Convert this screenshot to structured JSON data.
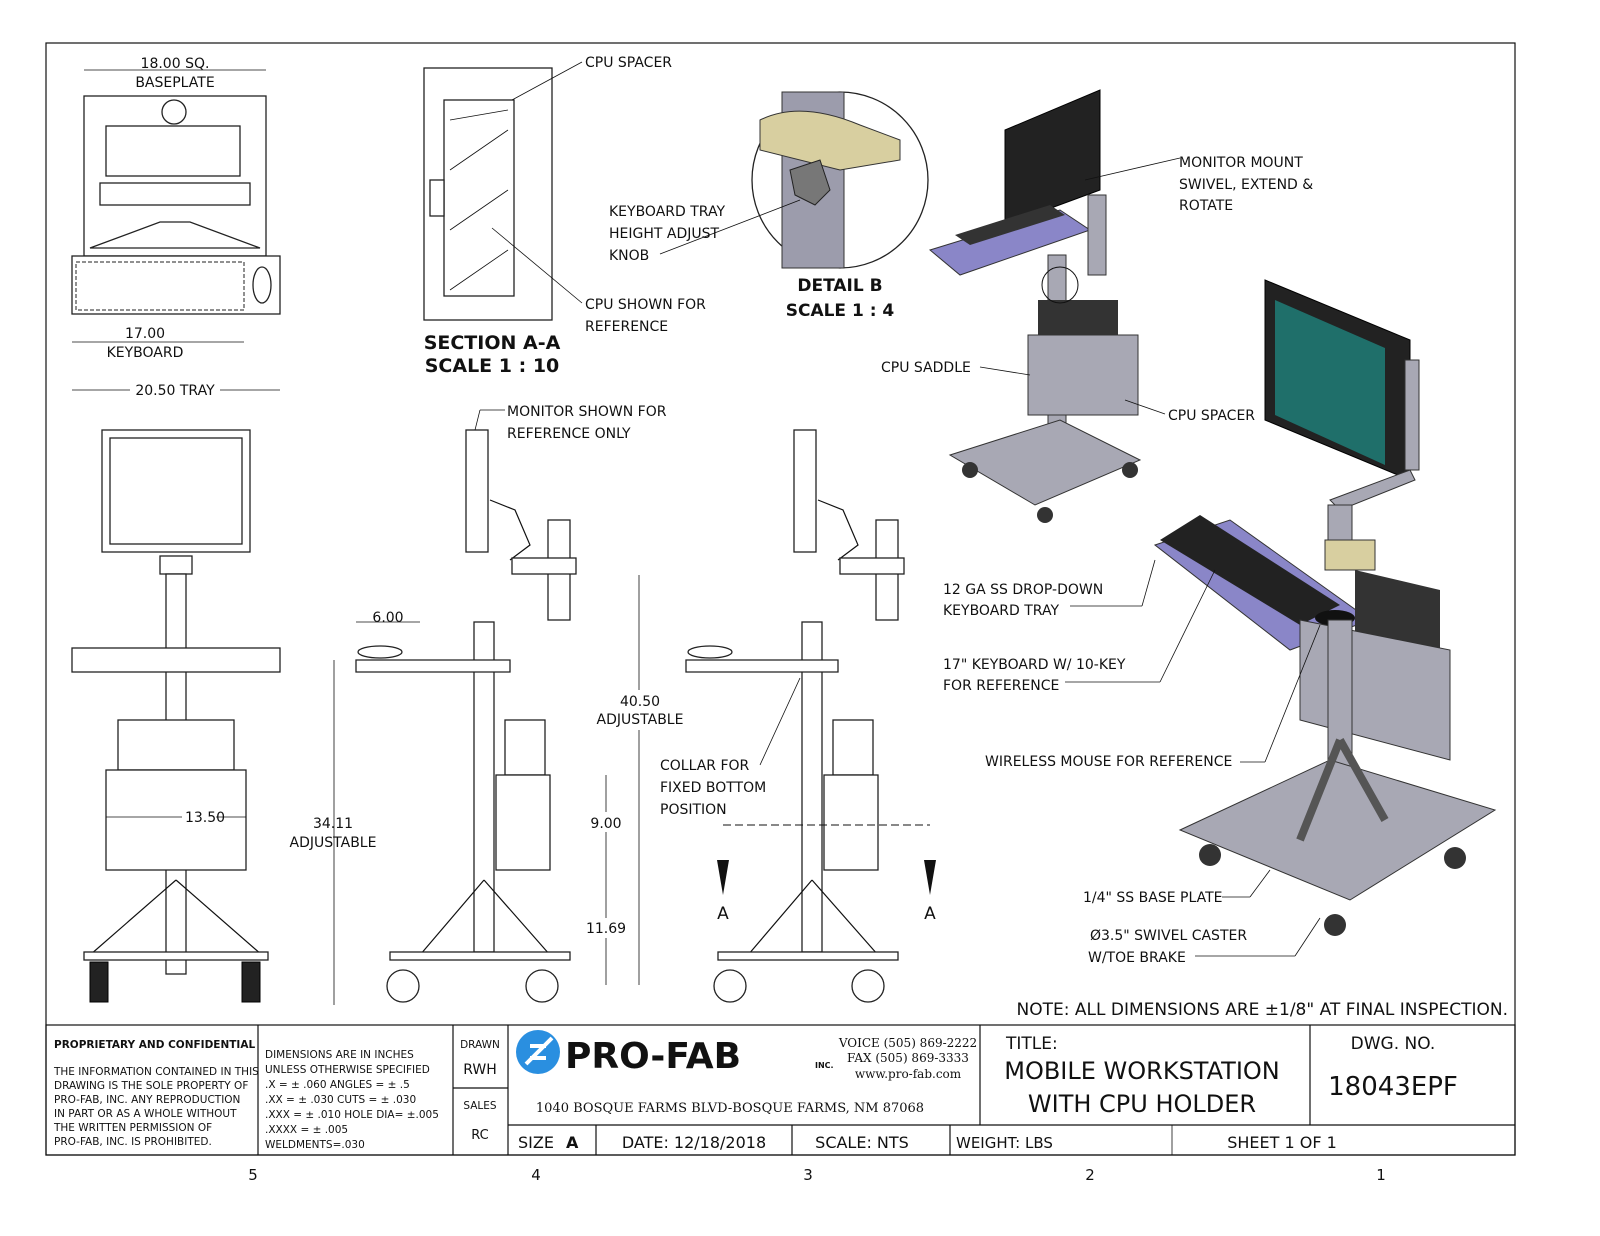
{
  "views": {
    "top": {
      "baseplate_dim": "18.00 SQ.",
      "baseplate_label": "BASEPLATE",
      "keyboard_dim": "17.00",
      "keyboard_label": "KEYBOARD",
      "tray_dim": "20.50 TRAY"
    },
    "section": {
      "cpu_spacer": "CPU SPACER",
      "cpu_ref_1": "CPU SHOWN FOR",
      "cpu_ref_2": "REFERENCE",
      "title": "SECTION A-A",
      "scale": "SCALE 1 : 10"
    },
    "detail": {
      "knob_1": "KEYBOARD TRAY",
      "knob_2": "HEIGHT ADJUST",
      "knob_3": "KNOB",
      "title": "DETAIL B",
      "scale": "SCALE 1 : 4"
    },
    "front": {
      "width_dim": "13.50"
    },
    "side": {
      "monitor_ref_1": "MONITOR SHOWN FOR",
      "monitor_ref_2": "REFERENCE ONLY",
      "offset_dim": "6.00",
      "height_dim": "34.11",
      "height_label": "ADJUSTABLE",
      "top_dim": "40.50",
      "top_label": "ADJUSTABLE",
      "cpu_dim": "9.00",
      "base_dim": "11.69"
    },
    "side2": {
      "collar_1": "COLLAR FOR",
      "collar_2": "FIXED BOTTOM",
      "collar_3": "POSITION",
      "section_mark": "A"
    },
    "iso": {
      "monitor_mount_1": "MONITOR MOUNT",
      "monitor_mount_2": "SWIVEL, EXTEND &",
      "monitor_mount_3": "ROTATE",
      "cpu_saddle": "CPU SADDLE",
      "cpu_spacer": "CPU SPACER",
      "tray_1": "12 GA SS DROP-DOWN",
      "tray_2": "KEYBOARD TRAY",
      "kbd_1": "17\" KEYBOARD W/ 10-KEY",
      "kbd_2": "FOR REFERENCE",
      "mouse": "WIRELESS MOUSE FOR REFERENCE",
      "base": "1/4\" SS BASE PLATE",
      "caster_1": "Ø3.5\" SWIVEL CASTER",
      "caster_2": "W/TOE BRAKE"
    },
    "colors": {
      "monitor_screen": "#1f6f6a",
      "tray": "#8a86c8",
      "saddle": "#d8cfa0"
    }
  },
  "note": "NOTE: ALL DIMENSIONS ARE ±1/8\" AT FINAL INSPECTION.",
  "title_block": {
    "proprietary_title": "PROPRIETARY AND CONFIDENTIAL",
    "proprietary_lines": [
      "THE INFORMATION CONTAINED IN THIS",
      "DRAWING IS THE SOLE PROPERTY OF",
      "PRO-FAB, INC.  ANY REPRODUCTION",
      "IN PART OR AS A WHOLE WITHOUT",
      "THE WRITTEN PERMISSION OF",
      "PRO-FAB, INC. IS PROHIBITED."
    ],
    "tolerance_lines": [
      "DIMENSIONS ARE IN INCHES",
      "UNLESS OTHERWISE SPECIFIED",
      ".X = ± .060      ANGLES =  ± .5",
      ".XX = ± .030     CUTS =  ± .030",
      ".XXX = ± .010   HOLE DIA= ±.005",
      ".XXXX = ± .005",
      "WELDMENTS=.030"
    ],
    "drawn_label": "DRAWN",
    "drawn_by": "RWH",
    "sales_label": "SALES",
    "sales_by": "RC",
    "company": "PRO-FAB",
    "company_suffix": "INC.",
    "company_color": "#2a8fe0",
    "voice": "VOICE (505) 869-2222",
    "fax": "FAX (505) 869-3333",
    "website": "www.pro-fab.com",
    "address": "1040 BOSQUE FARMS BLVD-BOSQUE FARMS, NM 87068",
    "title_label": "TITLE:",
    "title_1": "MOBILE WORKSTATION",
    "title_2": "WITH CPU HOLDER",
    "dwg_label": "DWG.  NO.",
    "dwg_no": "18043EPF",
    "size_label": "SIZE",
    "size": "A",
    "date": "DATE:  12/18/2018",
    "scale": "SCALE: NTS",
    "weight": "WEIGHT:  LBS",
    "sheet": "SHEET 1 OF 1"
  },
  "zones": [
    "5",
    "4",
    "3",
    "2",
    "1"
  ]
}
